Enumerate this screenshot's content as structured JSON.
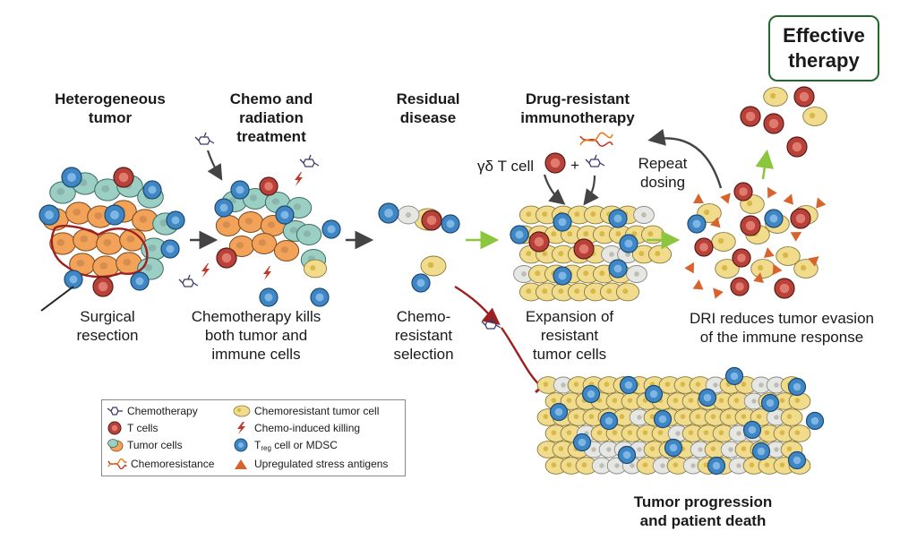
{
  "stages": {
    "heterogeneous": "Heterogeneous\ntumor",
    "chemo_radiation": "Chemo and\nradiation\ntreatment",
    "residual": "Residual\ndisease",
    "drug_resistant": "Drug-resistant\nimmunotherapy",
    "effective": "Effective\ntherapy"
  },
  "captions": {
    "surgical": "Surgical\nresection",
    "chemo_kills": "Chemotherapy kills\nboth tumor and\nimmune cells",
    "chemo_resistant": "Chemo-\nresistant\nselection",
    "expansion": "Expansion of\nresistant\ntumor cells",
    "dri": "DRI reduces tumor evasion\nof the immune response",
    "progression": "Tumor progression\nand patient death"
  },
  "labels": {
    "gd_tcell": "γδ T cell",
    "plus": "+",
    "repeat": "Repeat\ndosing"
  },
  "legend": {
    "chemotherapy": "Chemotherapy",
    "tcells": "T cells",
    "tumor_cells": "Tumor cells",
    "chemoresistance": "Chemoresistance",
    "chemoresistant_cell": "Chemoresistant tumor cell",
    "chemo_killing": "Chemo-induced killing",
    "treg_prefix": "T",
    "treg_sub": "reg",
    "treg_suffix": " cell or MDSC",
    "stress_antigens": "Upregulated stress antigens"
  },
  "colors": {
    "tcell": "#b8423a",
    "treg": "#3f86c4",
    "tumor_orange": "#f3a25a",
    "tumor_teal": "#9ccfc4",
    "resistant": "#f1dc8e",
    "antigen": "#d9632c",
    "gray_arrow": "#444444",
    "green_arrow": "#8cc63f",
    "red_arrow": "#9e1f1f",
    "outline": "#9e1f1f"
  }
}
